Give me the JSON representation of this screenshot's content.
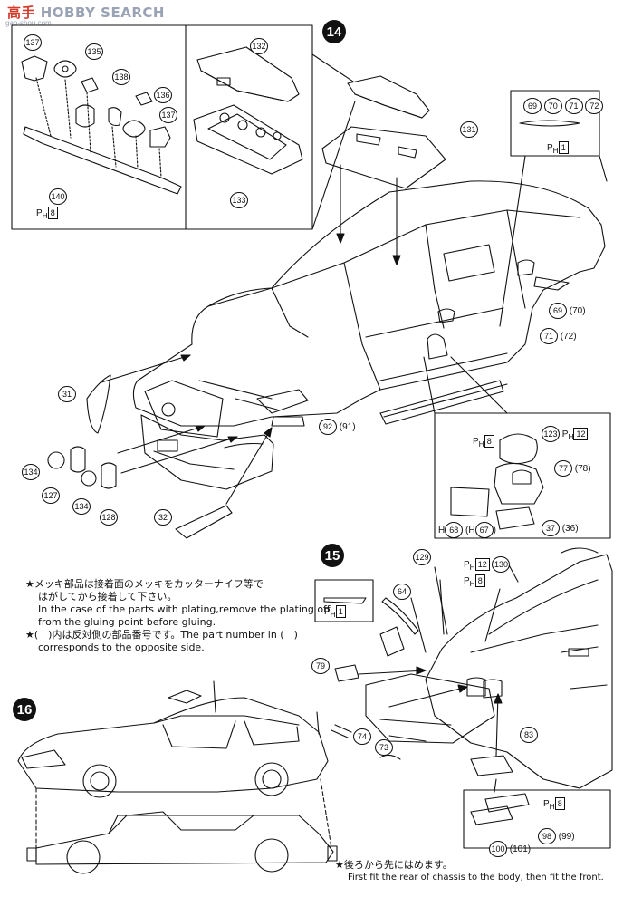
{
  "watermark": {
    "brand_red": "高手",
    "brand": "HOBBY SEARCH",
    "sub": "gao-shou.com"
  },
  "steps": {
    "s14": "14",
    "s15": "15",
    "s16": "16"
  },
  "parts": {
    "p137a": "137",
    "p135": "135",
    "p138": "138",
    "p136": "136",
    "p137b": "137",
    "p140": "140",
    "ph8a_label": "P",
    "ph8a_sub": "H",
    "ph8a_box": "8",
    "p132": "132",
    "p133": "133",
    "p131": "131",
    "p69": "69",
    "p70": "70",
    "p71": "71",
    "p72": "72",
    "ph1a_label": "P",
    "ph1a_sub": "H",
    "ph1a_box": "1",
    "p69_70": "69",
    "p70b": "(70)",
    "p71_72": "71",
    "p72b": "(72)",
    "p31": "31",
    "p92": "92",
    "p91": "(91)",
    "p134a": "134",
    "p127": "127",
    "p134b": "134",
    "p128": "128",
    "p32": "32",
    "ph8b_label": "P",
    "ph8b_sub": "H",
    "ph8b_box": "8",
    "p123": "123",
    "ph12a_label": "P",
    "ph12a_sub": "H",
    "ph12a_box": "12",
    "p77": "77",
    "p78": "(78)",
    "p68": "68",
    "p67": "67",
    "h68_prefix": "H",
    "h67_prefix": "(H",
    "h67_close": ")",
    "p37": "37",
    "p36": "(36)",
    "p129": "129",
    "ph12b_label": "P",
    "ph12b_sub": "H",
    "ph12b_box": "12",
    "p130": "130",
    "ph8c_label": "P",
    "ph8c_sub": "H",
    "ph8c_box": "8",
    "ph1b_label": "P",
    "ph1b_sub": "H",
    "ph1b_box": "1",
    "p64": "64",
    "p79": "79",
    "p74": "74",
    "p73": "73",
    "p83": "83",
    "ph8d_label": "P",
    "ph8d_sub": "H",
    "ph8d_box": "8",
    "p98": "98",
    "p99": "(99)",
    "p100": "100",
    "p101": "(101)"
  },
  "notes": {
    "n1_jp": "★メッキ部品は接着面のメッキをカッターナイフ等で",
    "n1_jp2": "はがしてから接着して下さい。",
    "n1_en1": "In the case of the parts with plating,remove the plating off",
    "n1_en2": "from the gluing point before gluing.",
    "n2_jp": "★(　)内は反対側の部品番号です。The part number in (　)",
    "n2_en": "corresponds to the opposite side.",
    "n3_jp": "★後ろから先にはめます。",
    "n3_en": "First fit the rear of chassis to the body, then fit the front."
  }
}
